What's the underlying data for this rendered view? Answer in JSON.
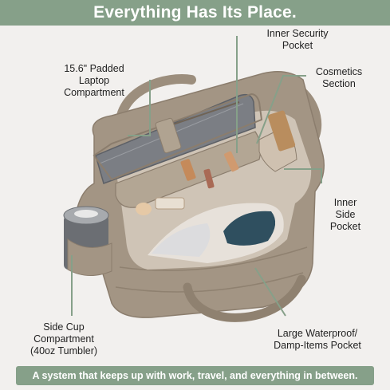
{
  "header": {
    "title": "Everything Has Its Place."
  },
  "callouts": {
    "inner_security": "Inner Security\nPocket",
    "cosmetics": "Cosmetics\nSection",
    "laptop": "15.6\" Padded\nLaptop\nCompartment",
    "inner_side": "Inner\nSide\nPocket",
    "side_cup": "Side Cup\nCompartment\n(40oz Tumbler)",
    "waterproof": "Large Waterproof/\nDamp-Items Pocket"
  },
  "footer": {
    "tagline": "A system that keeps up with work, travel, and everything in between."
  },
  "colors": {
    "accent": "#86a089",
    "bag": "#a39584",
    "background": "#f2f0ee"
  }
}
